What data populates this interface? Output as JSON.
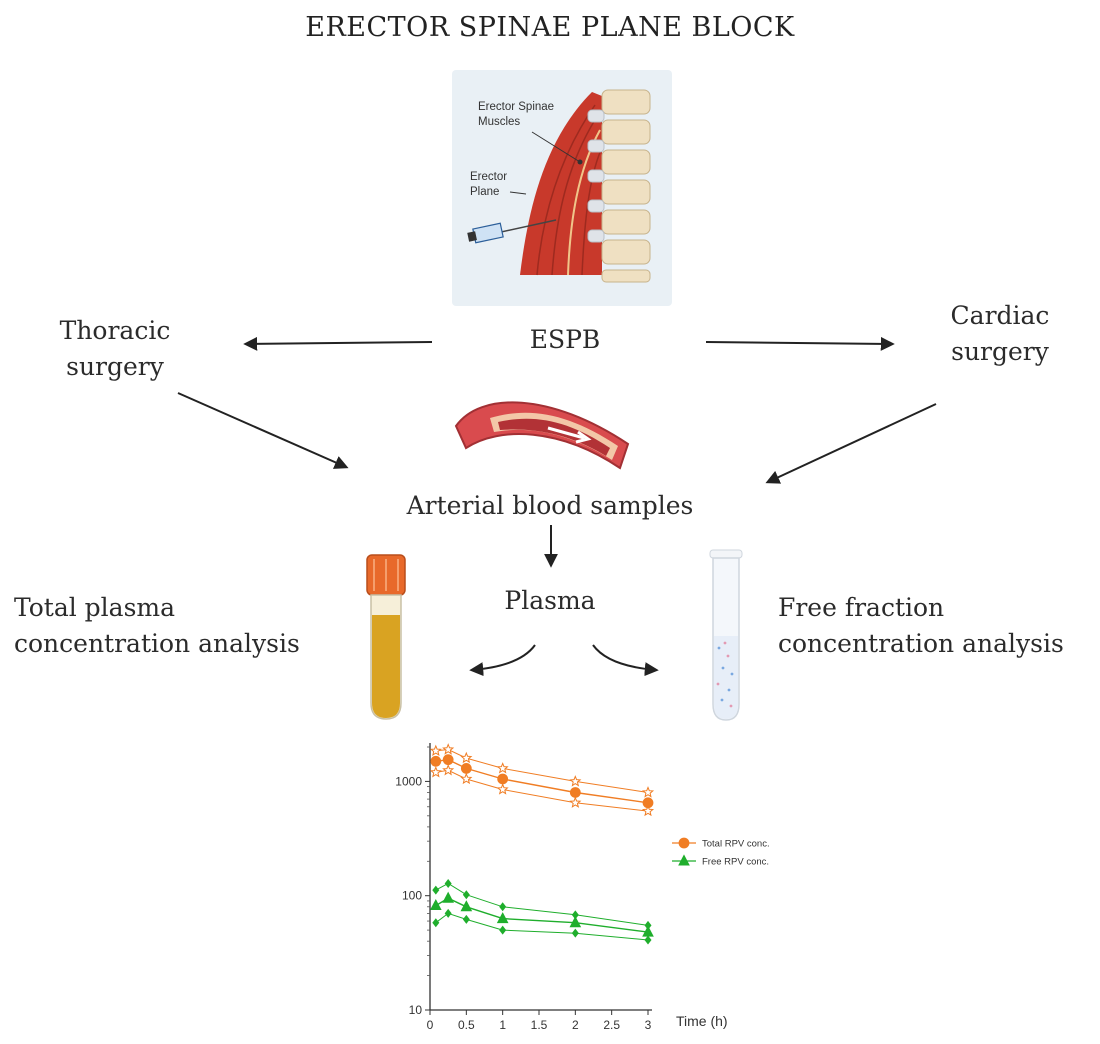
{
  "title": "ERECTOR SPINAE PLANE BLOCK",
  "illustration": {
    "muscle_label_line1": "Erector Spinae",
    "muscle_label_line2": "Muscles",
    "plane_label_line1": "Erector",
    "plane_label_line2": "Plane"
  },
  "nodes": {
    "espb": "ESPB",
    "thoracic_line1": "Thoracic",
    "thoracic_line2": "surgery",
    "cardiac_line1": "Cardiac",
    "cardiac_line2": "surgery",
    "arterial": "Arterial blood samples",
    "plasma": "Plasma",
    "total_line1": "Total plasma",
    "total_line2": "concentration analysis",
    "free_line1": "Free fraction",
    "free_line2": "concentration analysis"
  },
  "colors": {
    "total": "#f07d24",
    "free": "#1fae2c",
    "tube_cap": "#e8692a",
    "tube_fill": "#d9a322",
    "muscle": "#c8392b",
    "vessel": "#c9474a"
  },
  "icons": [
    "syringe-icon",
    "blood-vessel-icon",
    "plasma-tube-icon",
    "free-fraction-tube-icon"
  ],
  "chart_data": {
    "type": "line",
    "title": "",
    "xlabel": "Time (h)",
    "ylabel": "",
    "yscale": "log",
    "xlim": [
      0,
      3
    ],
    "ylim": [
      10,
      2000
    ],
    "x_ticks": [
      "0",
      "0.5",
      "1",
      "1.5",
      "2",
      "2.5",
      "3"
    ],
    "y_ticks": [
      "10",
      "100",
      "1000"
    ],
    "legend_position": "right",
    "series": [
      {
        "name": "Total RPV conc.",
        "color": "#f07d24",
        "marker": "circle",
        "x": [
          0.08,
          0.25,
          0.5,
          1,
          2,
          3
        ],
        "y": [
          1500,
          1550,
          1300,
          1050,
          800,
          650
        ],
        "upper": [
          1850,
          1900,
          1600,
          1300,
          1000,
          800
        ],
        "lower": [
          1200,
          1250,
          1050,
          850,
          650,
          550
        ]
      },
      {
        "name": "Free RPV conc.",
        "color": "#1fae2c",
        "marker": "triangle",
        "x": [
          0.08,
          0.25,
          0.5,
          1,
          2,
          3
        ],
        "y": [
          82,
          95,
          80,
          63,
          58,
          48
        ],
        "upper": [
          112,
          128,
          102,
          80,
          68,
          55
        ],
        "lower": [
          58,
          70,
          62,
          50,
          47,
          41
        ]
      }
    ]
  }
}
